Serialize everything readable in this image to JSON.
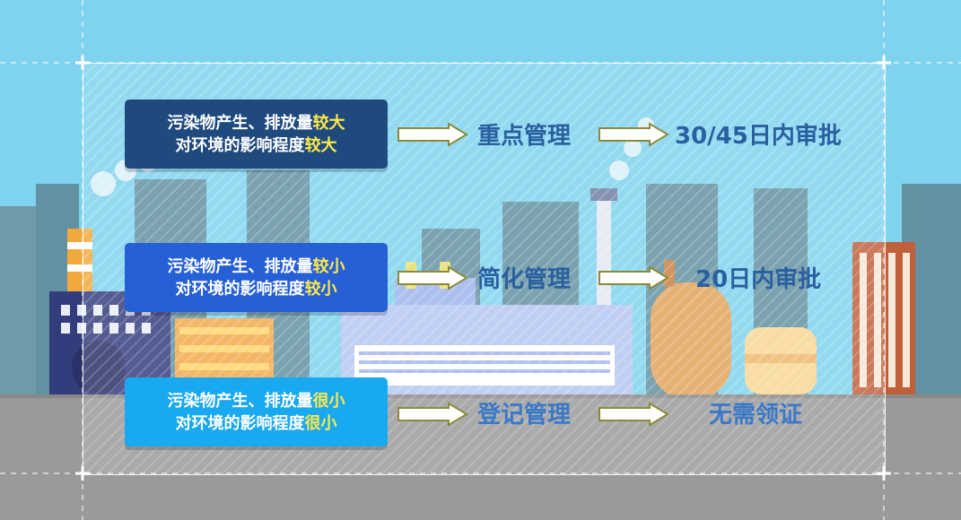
{
  "colors": {
    "sky": "#7fd3ef",
    "ground": "#9a9a9a",
    "dark_box": "#1f4a7e",
    "mid_box": "#2660d6",
    "light_box": "#19a9f0",
    "highlight": "#ffe94a",
    "label_color": "#2a5fa0",
    "arrow_fill": "#ffffff",
    "arrow_stroke": "#8a8a3a"
  },
  "rows": [
    {
      "prefix1": "污染物产生、排放量",
      "hl1": "较大",
      "prefix2": "对环境的影响程度",
      "hl2": "较大",
      "management": "重点管理",
      "result": "30/45日内审批"
    },
    {
      "prefix1": "污染物产生、排放量",
      "hl1": "较小",
      "prefix2": "对环境的影响程度",
      "hl2": "较小",
      "management": "简化管理",
      "result": "20日内审批"
    },
    {
      "prefix1": "污染物产生、排放量",
      "hl1": "很小",
      "prefix2": "对环境的影响程度",
      "hl2": "很小",
      "management": "登记管理",
      "result": "无需领证"
    }
  ]
}
